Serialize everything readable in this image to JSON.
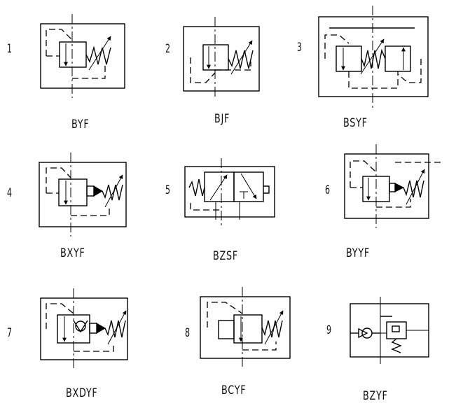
{
  "symbols": [
    {
      "number": "1",
      "code": "BYF"
    },
    {
      "number": "2",
      "code": "BJF"
    },
    {
      "number": "3",
      "code": "BSYF"
    },
    {
      "number": "4",
      "code": "BXYF"
    },
    {
      "number": "5",
      "code": "BZSF"
    },
    {
      "number": "6",
      "code": "BYYF"
    },
    {
      "number": "7",
      "code": "BXDYF"
    },
    {
      "number": "8",
      "code": "BCYF"
    },
    {
      "number": "9",
      "code": "BZYF"
    }
  ]
}
